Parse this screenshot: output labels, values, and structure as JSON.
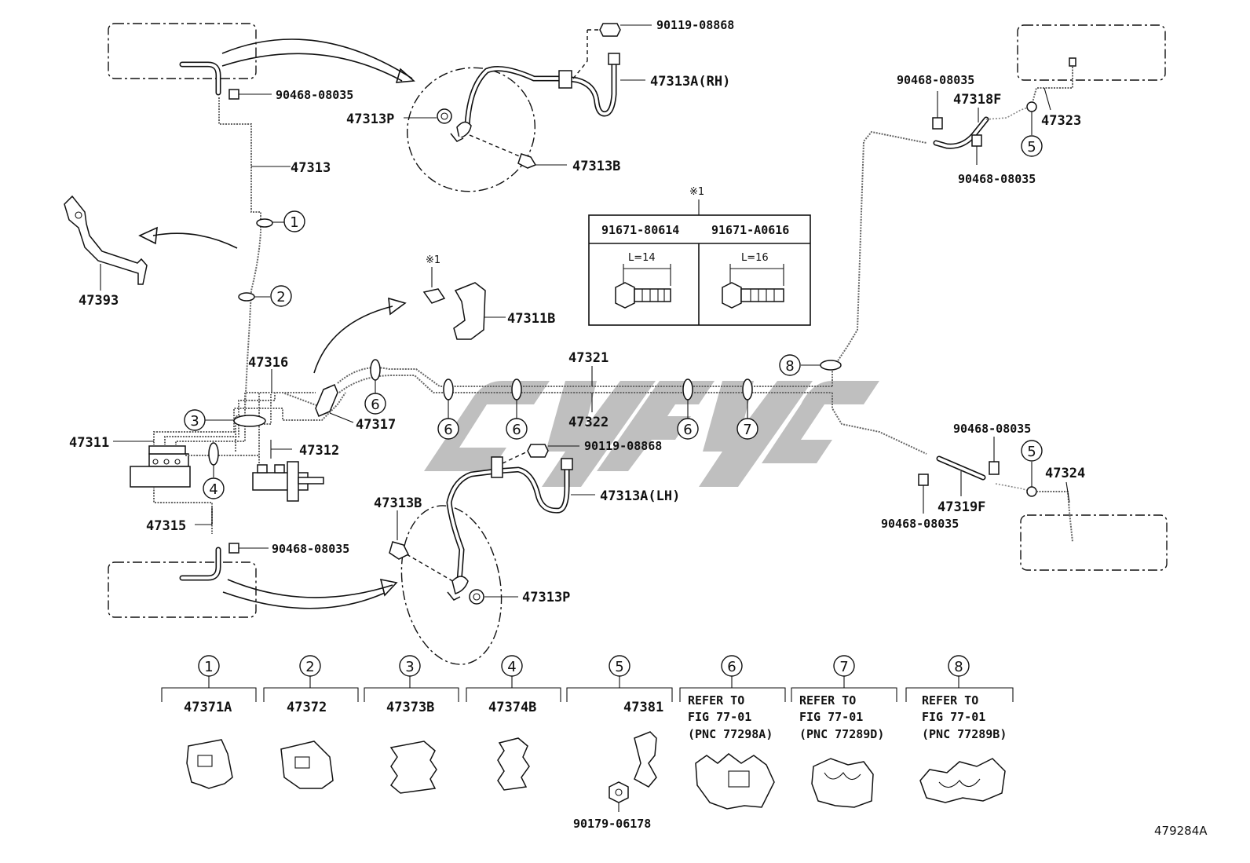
{
  "figure_id": "479284A",
  "watermark": "cyfyc",
  "callouts": {
    "p47313": "47313",
    "p47393": "47393",
    "p47316": "47316",
    "p47317": "47317",
    "p47311": "47311",
    "p47312": "47312",
    "p47315": "47315",
    "p47313P_rh": "47313P",
    "p47313A_rh": "47313A(RH)",
    "p47313B_rh": "47313B",
    "p47311B": "47311B",
    "p47321": "47321",
    "p47322": "47322",
    "p90119_top": "90119-08868",
    "p90119_lh": "90119-08868",
    "p47313A_lh": "47313A(LH)",
    "p47313B_lh": "47313B",
    "p47313P_lh": "47313P",
    "p90468_tl": "90468-08035",
    "p90468_bl": "90468-08035",
    "p90468_rt1": "90468-08035",
    "p90468_rt2": "90468-08035",
    "p90468_rb1": "90468-08035",
    "p90468_rb2": "90468-08035",
    "p47318F": "47318F",
    "p47323": "47323",
    "p47319F": "47319F",
    "p47324": "47324",
    "p90179": "90179-06178"
  },
  "note_mark": "※1",
  "bolt_table": {
    "mark": "※1",
    "columns": [
      {
        "part_no": "91671-80614",
        "length": "L=14"
      },
      {
        "part_no": "91671-A0616",
        "length": "L=16"
      }
    ]
  },
  "clip_markers": [
    "1",
    "2",
    "3",
    "4",
    "5",
    "6",
    "7",
    "8"
  ],
  "legend": [
    {
      "num": "1",
      "part": "47371A"
    },
    {
      "num": "2",
      "part": "47372"
    },
    {
      "num": "3",
      "part": "47373B"
    },
    {
      "num": "4",
      "part": "47374B"
    },
    {
      "num": "5",
      "part": "47381"
    },
    {
      "num": "6",
      "line1": "REFER TO",
      "line2": "FIG 77-01",
      "line3": "(PNC 77298A)"
    },
    {
      "num": "7",
      "line1": "REFER TO",
      "line2": "FIG 77-01",
      "line3": "(PNC 77289D)"
    },
    {
      "num": "8",
      "line1": "REFER TO",
      "line2": "FIG 77-01",
      "line3": "(PNC 77289B)"
    }
  ]
}
